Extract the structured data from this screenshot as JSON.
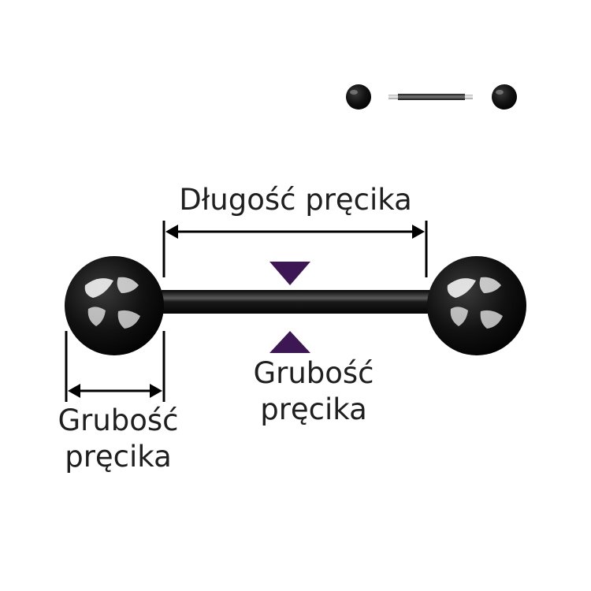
{
  "labels": {
    "length": "Długość pręcika",
    "thickness_center_line1": "Grubość",
    "thickness_center_line2": "pręcika",
    "thickness_left_line1": "Grubość",
    "thickness_left_line2": "pręcika"
  },
  "colors": {
    "background": "#ffffff",
    "ball": "#0d0d0d",
    "bar": "#141414",
    "arrow": "#000000",
    "indicator": "#3d1753",
    "text": "#1f1f1f"
  }
}
